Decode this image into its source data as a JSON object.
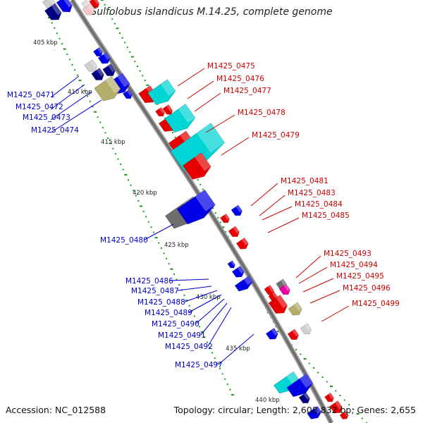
{
  "title": "Sulfolobus islandicus M.14.25, complete genome",
  "footer": {
    "accession": "Accession: NC_012588",
    "summary": "Topology: circular; Length: 2,608,832 bp; Genes: 2,655"
  },
  "scale": {
    "ticks": [
      "405 kbp",
      "410 kbp",
      "415 kbp",
      "420 kbp",
      "425 kbp",
      "430 kbp",
      "435 kbp",
      "440 kbp"
    ]
  },
  "labels": {
    "left": [
      "M1425_0471",
      "M1425_0472",
      "M1425_0473",
      "M1425_0474",
      "M1425_0480",
      "M1425_0486",
      "M1425_0487",
      "M1425_0488",
      "M1425_0489",
      "M1425_0490",
      "M1425_0491",
      "M1425_0492",
      "M1425_0497"
    ],
    "right": [
      "M1425_0475",
      "M1425_0476",
      "M1425_0477",
      "M1425_0478",
      "M1425_0479",
      "M1425_0481",
      "M1425_0483",
      "M1425_0484",
      "M1425_0485",
      "M1425_0493",
      "M1425_0494",
      "M1425_0495",
      "M1425_0496",
      "M1425_0499"
    ]
  },
  "colors": {
    "backbone": "#8f8f8f",
    "forward_cds": "#0000e6",
    "reverse_cds": "#e60000",
    "left_label": "#0000cc",
    "right_label": "#cc0000",
    "skew_dots": "#1a9a1a",
    "cyan_feature": "#00d5d5",
    "gray_feature": "#6e6e6e",
    "navy_feature": "#000080",
    "olive_feature": "#b5ae6a",
    "magenta_feature": "#e600a0"
  }
}
